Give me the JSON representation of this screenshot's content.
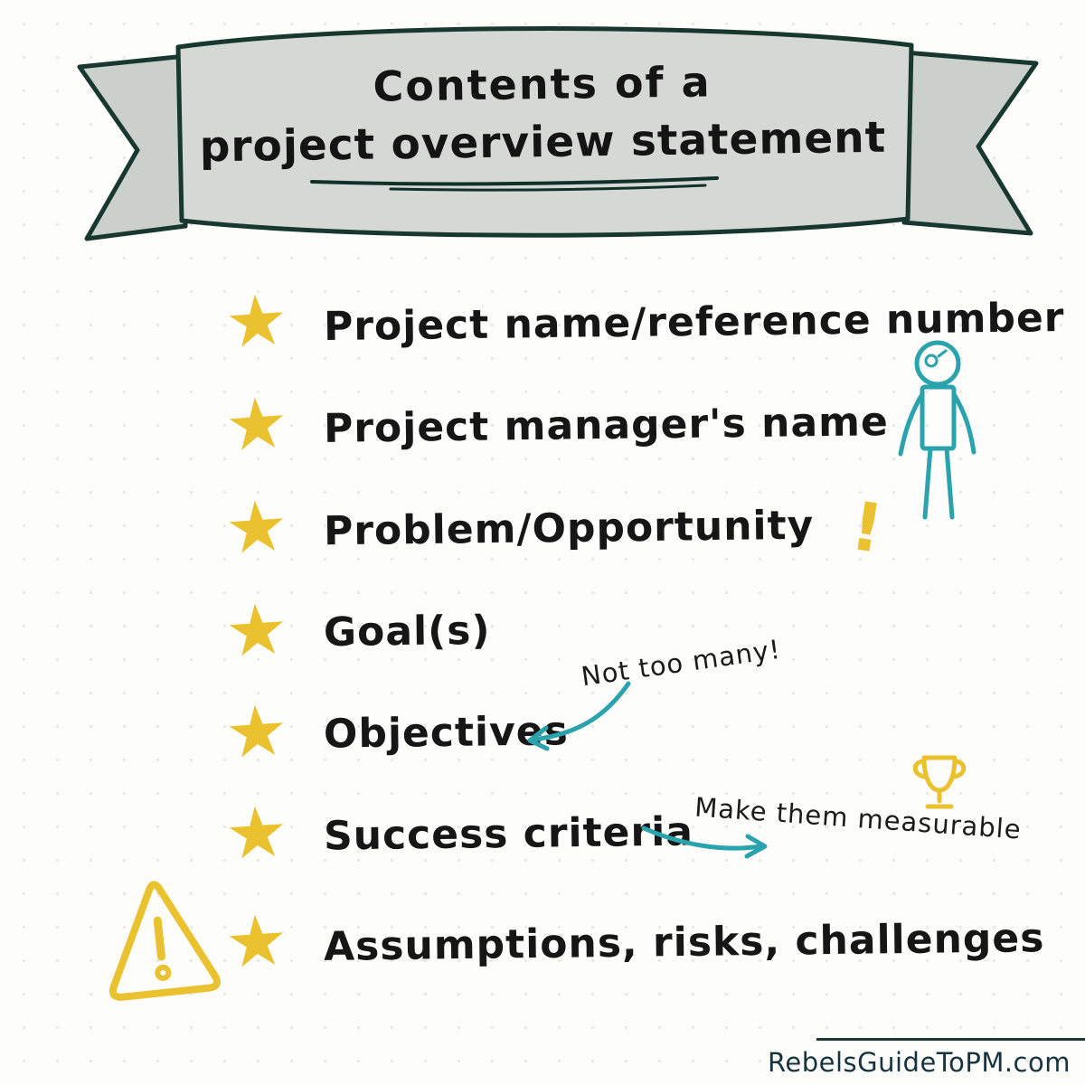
{
  "banner": {
    "title_line1": "Contents of a",
    "title_line2": "project overview statement"
  },
  "list": {
    "items": [
      {
        "label": "Project name/reference number"
      },
      {
        "label": "Project manager's name"
      },
      {
        "label": "Problem/Opportunity"
      },
      {
        "label": "Goal(s)"
      },
      {
        "label": "Objectives"
      },
      {
        "label": "Success criteria"
      },
      {
        "label": "Assumptions, risks, challenges"
      }
    ]
  },
  "annotations": {
    "objectives_note": "Not too many!",
    "success_note": "Make them measurable"
  },
  "icons": {
    "star": "★",
    "exclamation": "!",
    "warning-triangle": "triangle-with-exclamation",
    "trophy": "gold-trophy",
    "stick-figure": "teal-stick-person",
    "curved-arrow": "teal-curved-arrow"
  },
  "footer": {
    "site": "RebelsGuideToPM.com"
  },
  "colors": {
    "gold": "#eac12e",
    "teal": "#2ba3ac",
    "banner_fill": "#d5d8d4",
    "banner_tail_fill": "#cbd0cc",
    "outline_dark": "#17372f",
    "text": "#161616",
    "footer_text": "#17333d"
  }
}
